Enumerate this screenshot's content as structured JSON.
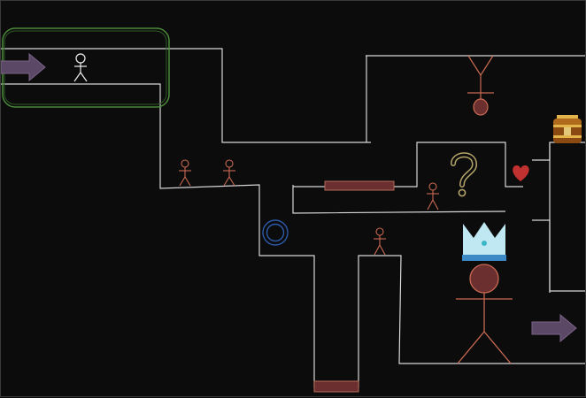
{
  "game": {
    "title": "",
    "palette": {
      "background": "#0c0c0c",
      "wall": "#d7d7d7",
      "enemy": "#c96a52",
      "hero": "#f0f0f0",
      "highlight": "#4b8a3a",
      "arrow": "#5b4766",
      "platform": "#6b2f2f",
      "portal": "#2d5aa8",
      "question": "#b5a56a",
      "heart": "#c0312f",
      "crown": "#bfe8f2",
      "chest": "#8a4a12"
    },
    "entities": {
      "hero": "stick-figure-player",
      "enemies": [
        "stick-figure-enemy",
        "stick-figure-enemy",
        "stick-figure-enemy",
        "stick-figure-enemy",
        "big-stick-figure-boss"
      ],
      "items": [
        "question-mark",
        "heart",
        "crown",
        "treasure-chest",
        "portal-ring",
        "hanging-bell-trap"
      ],
      "arrows": [
        "entry-arrow",
        "exit-arrow"
      ],
      "highlight": "current-room-frame"
    }
  }
}
